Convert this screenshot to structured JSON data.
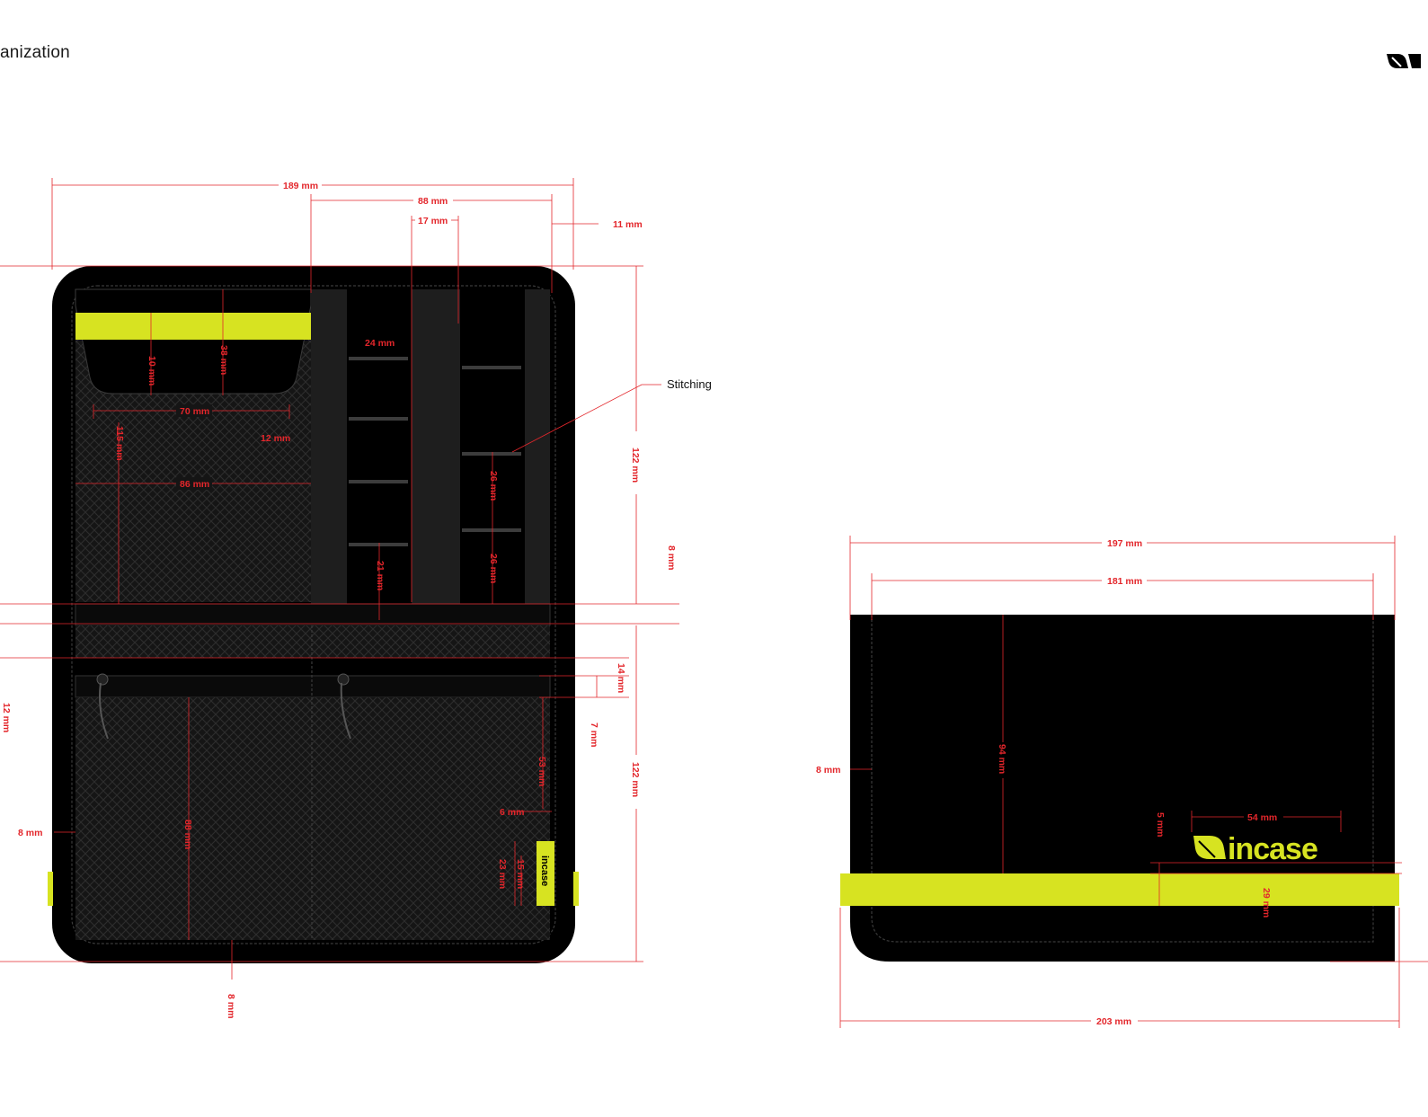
{
  "page": {
    "title": "anization"
  },
  "colors": {
    "accent": "#d7e321",
    "dimension": "#e3262b",
    "body": "#000000",
    "panel": "#1e1e1e"
  },
  "icons": {
    "brand": "incase-mark-icon"
  },
  "front_view": {
    "dims": {
      "overall_width": "189 mm",
      "right_panel_width": "88 mm",
      "strap_width": "17 mm",
      "margin_right": "11 mm",
      "slot_width": "24 mm",
      "pocket_depth": "10 mm",
      "pocket_height": "38 mm",
      "pocket_width": "70 mm",
      "gap": "12 mm",
      "left_panel_height": "115 mm",
      "left_panel_width": "86 mm",
      "slot_pitch_1": "26 mm",
      "slot_pitch_2": "26 mm",
      "slot_bottom": "21 mm",
      "upper_height": "122 mm",
      "band": "8 mm",
      "zip_gap": "14 mm",
      "zip_offset": "7 mm",
      "lower_left_margin": "12 mm",
      "side_margin": "8 mm",
      "lower_pocket_height": "88 mm",
      "lower_height": "122 mm",
      "label_offset": "53 mm",
      "label_width": "6 mm",
      "label_short": "15 mm",
      "label_long": "23 mm",
      "bottom_margin": "8 mm"
    },
    "label_text": "incase",
    "callout": "Stitching"
  },
  "side_view": {
    "dims": {
      "width_top": "197 mm",
      "width_inner": "181 mm",
      "side_margin": "8 mm",
      "height": "94 mm",
      "logo_width": "54 mm",
      "logo_gap": "5 mm",
      "band_height": "29 mm",
      "width_bottom": "203 mm"
    },
    "logo_text": "incase"
  }
}
